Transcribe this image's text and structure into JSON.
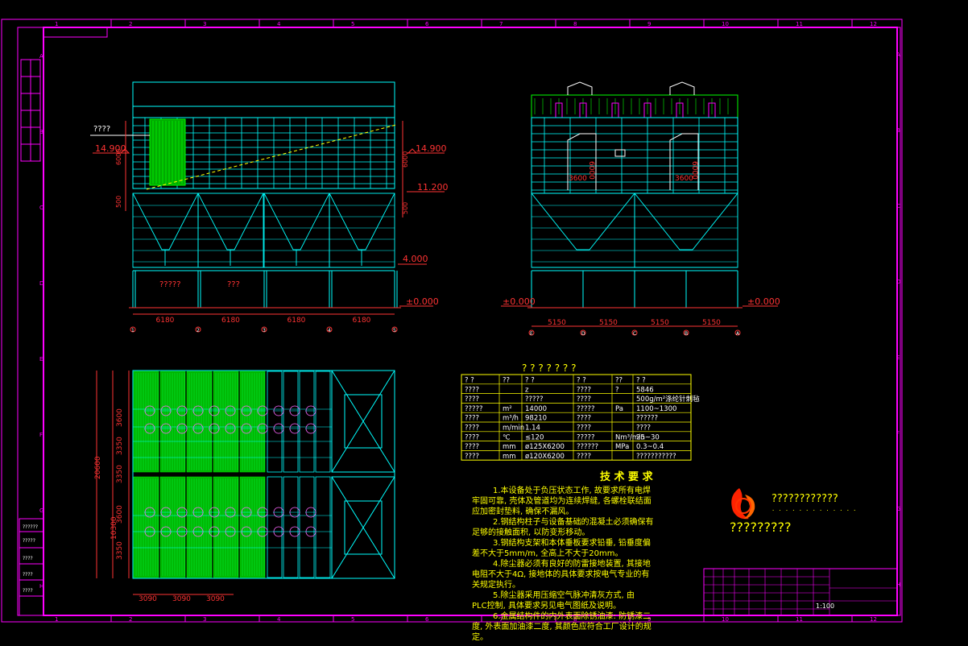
{
  "border": {
    "col_labels": [
      "1",
      "2",
      "3",
      "4",
      "5",
      "6",
      "7",
      "8",
      "9",
      "10",
      "11",
      "12"
    ],
    "row_labels": [
      "A",
      "B",
      "C",
      "D",
      "E",
      "F",
      "G",
      "H"
    ]
  },
  "elevation_left": {
    "label_filter": "????",
    "elev_top": "14.900",
    "elev_top_r": "14.900",
    "elev_mid": "11.200",
    "elev_base": "4.000",
    "elev_zero": "±0.000",
    "dim_6000_l": "6000",
    "dim_6000_r": "6000",
    "dim_500_l": "500",
    "dim_500_r": "500",
    "room1": "?????",
    "room2": "???",
    "spans": [
      "6180",
      "6180",
      "6180",
      "6180"
    ],
    "axes": [
      "1",
      "2",
      "3",
      "4",
      "5"
    ]
  },
  "elevation_right": {
    "elev_zero_l": "±0.000",
    "elev_zero_r": "±0.000",
    "dim_3600_a": "3600",
    "dim_3600_b": "3600",
    "dim_6000_a": "6000",
    "dim_6000_b": "6000",
    "spans": [
      "5150",
      "5150",
      "5150",
      "5150"
    ],
    "axes": [
      "E",
      "D",
      "C",
      "B",
      "A"
    ]
  },
  "plan": {
    "dim_total": "20600",
    "dim_10300": "10300",
    "dims_left": [
      "3600",
      "3350",
      "3350",
      "3600",
      "3350"
    ],
    "dims_bottom": [
      "3090",
      "3090",
      "3090"
    ]
  },
  "param_table": {
    "title": "? ? ? ? ? ? ?",
    "rows": [
      [
        "? ?",
        "??",
        "? ?",
        "? ?",
        "??",
        "? ?"
      ],
      [
        "????",
        "",
        "z",
        "????",
        "?",
        "5846"
      ],
      [
        "????",
        "",
        "?????",
        "????",
        "",
        "500g/m²涤纶针刺毡"
      ],
      [
        "?????",
        "m²",
        "14000",
        "?????",
        "Pa",
        "1100~1300"
      ],
      [
        "????",
        "m³/h",
        "98210",
        "????",
        "",
        "??????"
      ],
      [
        "????",
        "m/min",
        "1.14",
        "????",
        "",
        "????"
      ],
      [
        "????",
        "℃",
        "≤120",
        "?????",
        "Nm³/min",
        "25~30"
      ],
      [
        "????",
        "mm",
        "ø125X6200",
        "??????",
        "MPa",
        "0.3~0.4"
      ],
      [
        "????",
        "mm",
        "ø120X6200",
        "????",
        "",
        "???????????"
      ]
    ]
  },
  "tech_req": {
    "title": "技 术 要 求",
    "items": [
      "1.本设备处于负压状态工作, 故要求所有电焊",
      "牢固可靠, 壳体及管道均为连续焊缝, 各螺栓联结面",
      "应加密封垫料, 确保不漏风。",
      "2.钢结构柱子与设备基础的混凝土必须确保有",
      "足够的接触面积, 以防变形移动。",
      "3.钢结构支架和本体垂板要求铅垂, 铅垂度偏",
      "差不大于5mm/m, 全高上不大于20mm。",
      "4.除尘器必须有良好的防雷接地装置, 其接地",
      "电阻不大于4Ω, 接地体的具体要求按电气专业的有",
      "关规定执行。",
      "5.除尘器采用压缩空气脉冲清灰方式, 由",
      "PLC控制, 具体要求另见电气图纸及说明。",
      "6.金属结构件的内外表面除锈油漆: 防锈漆二",
      "度, 外表面加油漆二度, 其颜色应符合工厂设计的规",
      "定。"
    ]
  },
  "logo": {
    "company": "????????????",
    "sub": "?????????"
  },
  "title_block": {
    "scale": "1:100"
  },
  "left_strip": {
    "labels": [
      "??????",
      "?????",
      "????",
      "????",
      "????"
    ]
  },
  "colors": {
    "border": "#ff00ff",
    "cyan": "#00ffff",
    "green": "#00ff00",
    "red": "#ff3333",
    "yellow": "#ffff00",
    "white": "#ffffff"
  }
}
